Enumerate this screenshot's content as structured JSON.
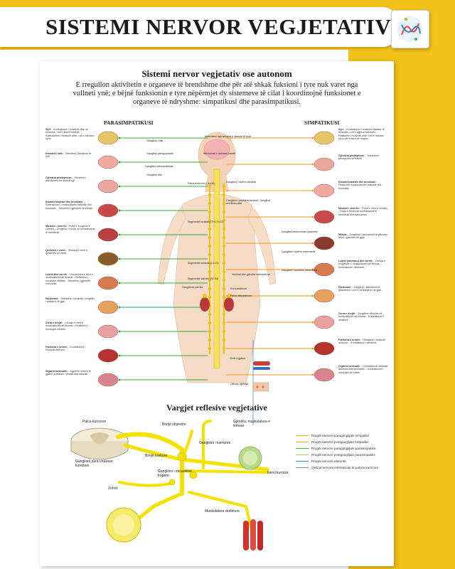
{
  "header": {
    "title": "SISTEMI NERVOR VEGJETATIV"
  },
  "poster": {
    "subtitle": "Sistemi nervor vegjetativ ose autonom",
    "intro": "E rregullon aktivitetin e organeve të brendshme dhe për atë shkak fuksioni i tyre nuk varet nga vullneti ynë; e bëjnë funksionin e tyre nëpërmjet dy sistemeve të cilat i koordinojnë funksionet e organeve të ndryshme: simpatikusi dhe parasimpatikusi.",
    "left_heading": "PARASIMPATIKUSI",
    "right_heading": "SIMPATIKUSI",
    "left_organs": [
      {
        "title": "Syri:",
        "text": "- Kontrakcioni i muskulit ciliar se bebezës, i cili e ikurrë bebëzë. - Kontrakcioni i muskulit ciliar, i cili e fokuson syrin."
      },
      {
        "title": "Kanalet e lotit:",
        "text": "- Sekretimi i kanaleve të lotit"
      },
      {
        "title": "Gjëndrat pështymore:",
        "text": "- Sekretimi i pështymës me shumë ujë"
      },
      {
        "title": "Kanalet trakeale dhe bronkiale:",
        "text": "- Kontrakcioni i muskulaturës trakeale dhe bronkiale. - Sekretimi i gjëndrës bronkiale."
      },
      {
        "title": "Muskuli i zemrës:",
        "text": "- Puna e zvogëlon e zemrës. - Zvogëlon i forcës së kontrakcionit të ventrikulit."
      },
      {
        "title": "Qeskëza e vrerit:",
        "text": "- Zbrazja e vrerit e qeskëzës së vrerit"
      },
      {
        "title": "Lukthi dhe zorrët:",
        "text": "- Lëvizshmëri e rritur e muskulaturës së lëmuar. - Relaksimi i muskujve sfinkter. - Sekretimi i gjëndrës mukozale."
      },
      {
        "title": "Pankreasi:",
        "text": "- Sekretimi i insulinës, zvogëlim i sheqerit në gjak"
      },
      {
        "title": "Zorra e drejtë:",
        "text": "- Lëvizja e rritur e muskulaturës së lëmuar. - Relaksimi i muskujve sfinkter."
      },
      {
        "title": "Fshikëza e urinës:",
        "text": "- Kontrakcioni i muskulit detruzor"
      },
      {
        "title": "Organet seksuale:",
        "text": "- Zgjerimi i enëve të gjakut, ereksioni i penisit dhe klitorisit."
      }
    ],
    "right_organs": [
      {
        "title": "Syri:",
        "text": "- Kontrakcioni i muskulit dilatator të bebezës, i cili e zgjeron bebezën. - Relaksimi i muskulit ciliar, i cili e fokuson syrin për shikim në largësi."
      },
      {
        "title": "Gjëndrat pështymore:",
        "text": "- Sekretimi i pështymës së trashë"
      },
      {
        "title": "Kanalet trakeale dhe bronkiale:",
        "text": "- Relaksimi i muskulaturës trakeale dhe bronkiale"
      },
      {
        "title": "Muskuli i zemrës:",
        "text": "- Puna e rritur e zemrës. - Rritja e forcës së kontraksionit të ventrikulit dhe barkushes."
      },
      {
        "title": "Mëlçia:",
        "text": "- Zvogëlimi i depozitimit të glikozës, llirimi i glikozës në gjak"
      },
      {
        "title": "Lukthi (stomaku) dhe zorrët:",
        "text": "- Lëvizja e zvogëluar e muskulaturës së lëmuar. - Kontrakcioni i sfinkterit."
      },
      {
        "title": "Pankreasi:",
        "text": "- Zvogëlim i sekretimit të pankreasit, i cili e rrit sheqerin në gjak."
      },
      {
        "title": "Zorra e drejtë:",
        "text": "- Zvogëlim i lëvizjes së muskulaturës së lëmuar. - Kontrakcioni i sfinkterit."
      },
      {
        "title": "Fshikëza e urinës:",
        "text": "- Relaksimi i muskulit detruzor. - Kontrakcioni i sfinkterit."
      },
      {
        "title": "Organet seksuale:",
        "text": "- Kontrakcioni i duktusit deferens dhe prostatës. - Kontrakcioni i muskujve të mitrës."
      }
    ],
    "ganglia_labels": {
      "ciliar": "Ganglioni ciliar",
      "pterigopalatin": "Ganglioni pterigopalatin",
      "submandibular": "Ganglioni submandibular",
      "otik": "Ganglioni otik",
      "cervical_sup": "Ganglioni i sipërm cervikal",
      "cervical_mid": "Ganglioni i poshtëm cervikal, Ganglioni cervikotorakal",
      "celiak": "Ganglioni abdominale (barkore)",
      "mez_sup": "Ganglioni i sipërm mezenterik",
      "mez_inf": "Ganglioni i poshtëm mezenterik",
      "pelvik": "Ganglionet pelvike",
      "spinal_c": "Palca kurrizore (C1-C8)",
      "spinal_t": "Segmentet torakale (Th1-Th12)",
      "spinal_l": "Segmentet lumbale (L1-L5)",
      "spinal_s": "Segmentet sakrale (S2-S4)"
    },
    "center_labels": {
      "brainstem": "Bërthamat e nervave kranial",
      "brain": "Kontrollimi nga qendrat e sistemit të trurit",
      "adrenal": "Veshkat dhe gjëndra mbiveshkore",
      "kidney": "Kora veshkore",
      "adrenal_medulla": "Palca mbiveshkore",
      "blood": "Enët e gjakut",
      "skin": "Lëkura: djersitja"
    },
    "reflex_title": "Vargjet reflesive vegjetative",
    "reflex_labels": {
      "spinal_cord": "Palca kurrizore",
      "dorsal_root": "Brinjë shpinore",
      "ventral_root": "Brinjë barkore",
      "ganglion_chain": "Ganglioni i kurrizore",
      "preganglion": "Ganglioni para unazave kurrizore",
      "ganglion_intramural": "Ganglioni i zbrazëtisë trupore",
      "spinal_nerve": "Nervi kurrizor",
      "gut": "Zorrët",
      "muscle": "Muskulatura skeletore",
      "glands": "Gjëndra, muskulatura e lëmuar"
    },
    "legend": [
      {
        "label": "Rrugët nervore paraganglijale simpatike",
        "color": "#f3c200"
      },
      {
        "label": "Rrugët nervore postganglijale simpatike",
        "color": "#f7a24a"
      },
      {
        "label": "Rrugët nervore paraganglijale parasimpatike",
        "color": "#4cb848"
      },
      {
        "label": "Rrugët nervore postganglijale parasimpatike",
        "color": "#9bd06b"
      },
      {
        "label": "Rrugët nervore aferente",
        "color": "#2a8fd6"
      },
      {
        "label": "Qelizat nervore intersticiale të palcës kurrizore",
        "color": "#8a8a8a"
      }
    ]
  },
  "colors": {
    "band": "#f2c11a",
    "parasympathetic": "#3aa63a",
    "sympathetic": "#f0951e",
    "afferent": "#2a8fd6",
    "nerve_yellow": "#f3e200"
  },
  "icons": [
    "logo-icon"
  ]
}
